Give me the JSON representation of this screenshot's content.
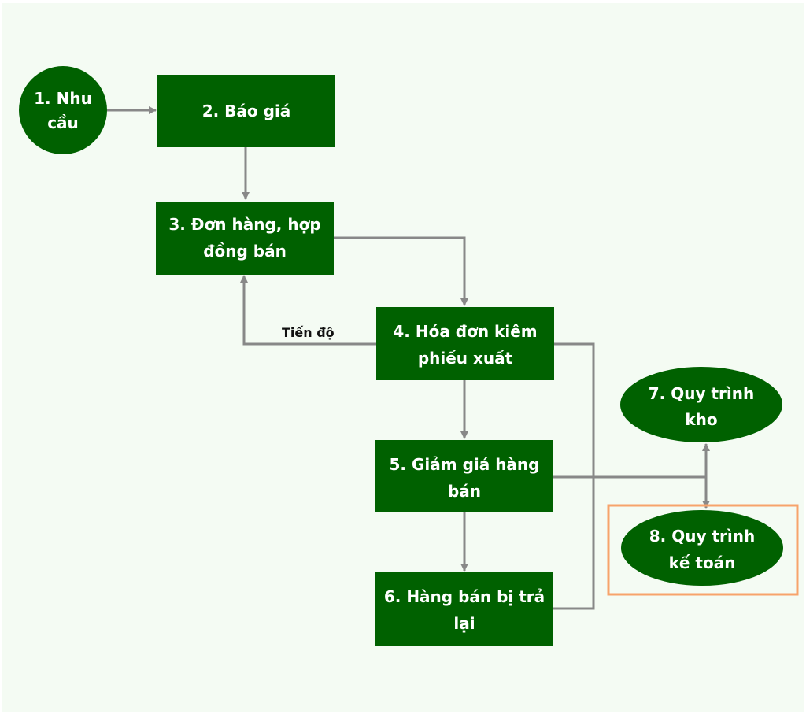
{
  "diagram": {
    "colors": {
      "background": "#f4fbf3",
      "node_fill": "#006100",
      "node_text": "#ffffff",
      "connector": "#888888",
      "highlight": "#f7a36b"
    },
    "nodes": [
      {
        "id": "n1",
        "shape": "circle",
        "lines": [
          "1. Nhu",
          "cầu"
        ]
      },
      {
        "id": "n2",
        "shape": "rect",
        "lines": [
          "2. Báo giá"
        ]
      },
      {
        "id": "n3",
        "shape": "rect",
        "lines": [
          "3. Đơn hàng, hợp",
          "đồng bán"
        ]
      },
      {
        "id": "n4",
        "shape": "rect",
        "lines": [
          "4. Hóa đơn kiêm",
          "phiếu xuất"
        ]
      },
      {
        "id": "n5",
        "shape": "rect",
        "lines": [
          "5. Giảm giá hàng",
          "bán"
        ]
      },
      {
        "id": "n6",
        "shape": "rect",
        "lines": [
          "6. Hàng bán bị trả",
          "lại"
        ]
      },
      {
        "id": "n7",
        "shape": "ellipse",
        "lines": [
          "7. Quy trình",
          "kho"
        ]
      },
      {
        "id": "n8",
        "shape": "ellipse",
        "lines": [
          "8. Quy trình",
          "kế toán"
        ],
        "highlighted": true
      }
    ],
    "edges": [
      {
        "from": "n1",
        "to": "n2"
      },
      {
        "from": "n2",
        "to": "n3"
      },
      {
        "from": "n3",
        "to": "n4"
      },
      {
        "from": "n4",
        "to": "n3",
        "label": "Tiến độ"
      },
      {
        "from": "n4",
        "to": "n5"
      },
      {
        "from": "n5",
        "to": "n6"
      },
      {
        "from": "n4",
        "to": "n8"
      },
      {
        "from": "n5",
        "to": "n7"
      },
      {
        "from": "n5",
        "to": "n8"
      },
      {
        "from": "n6",
        "to": "n8"
      }
    ],
    "edge_labels": {
      "progress": "Tiến độ"
    }
  }
}
